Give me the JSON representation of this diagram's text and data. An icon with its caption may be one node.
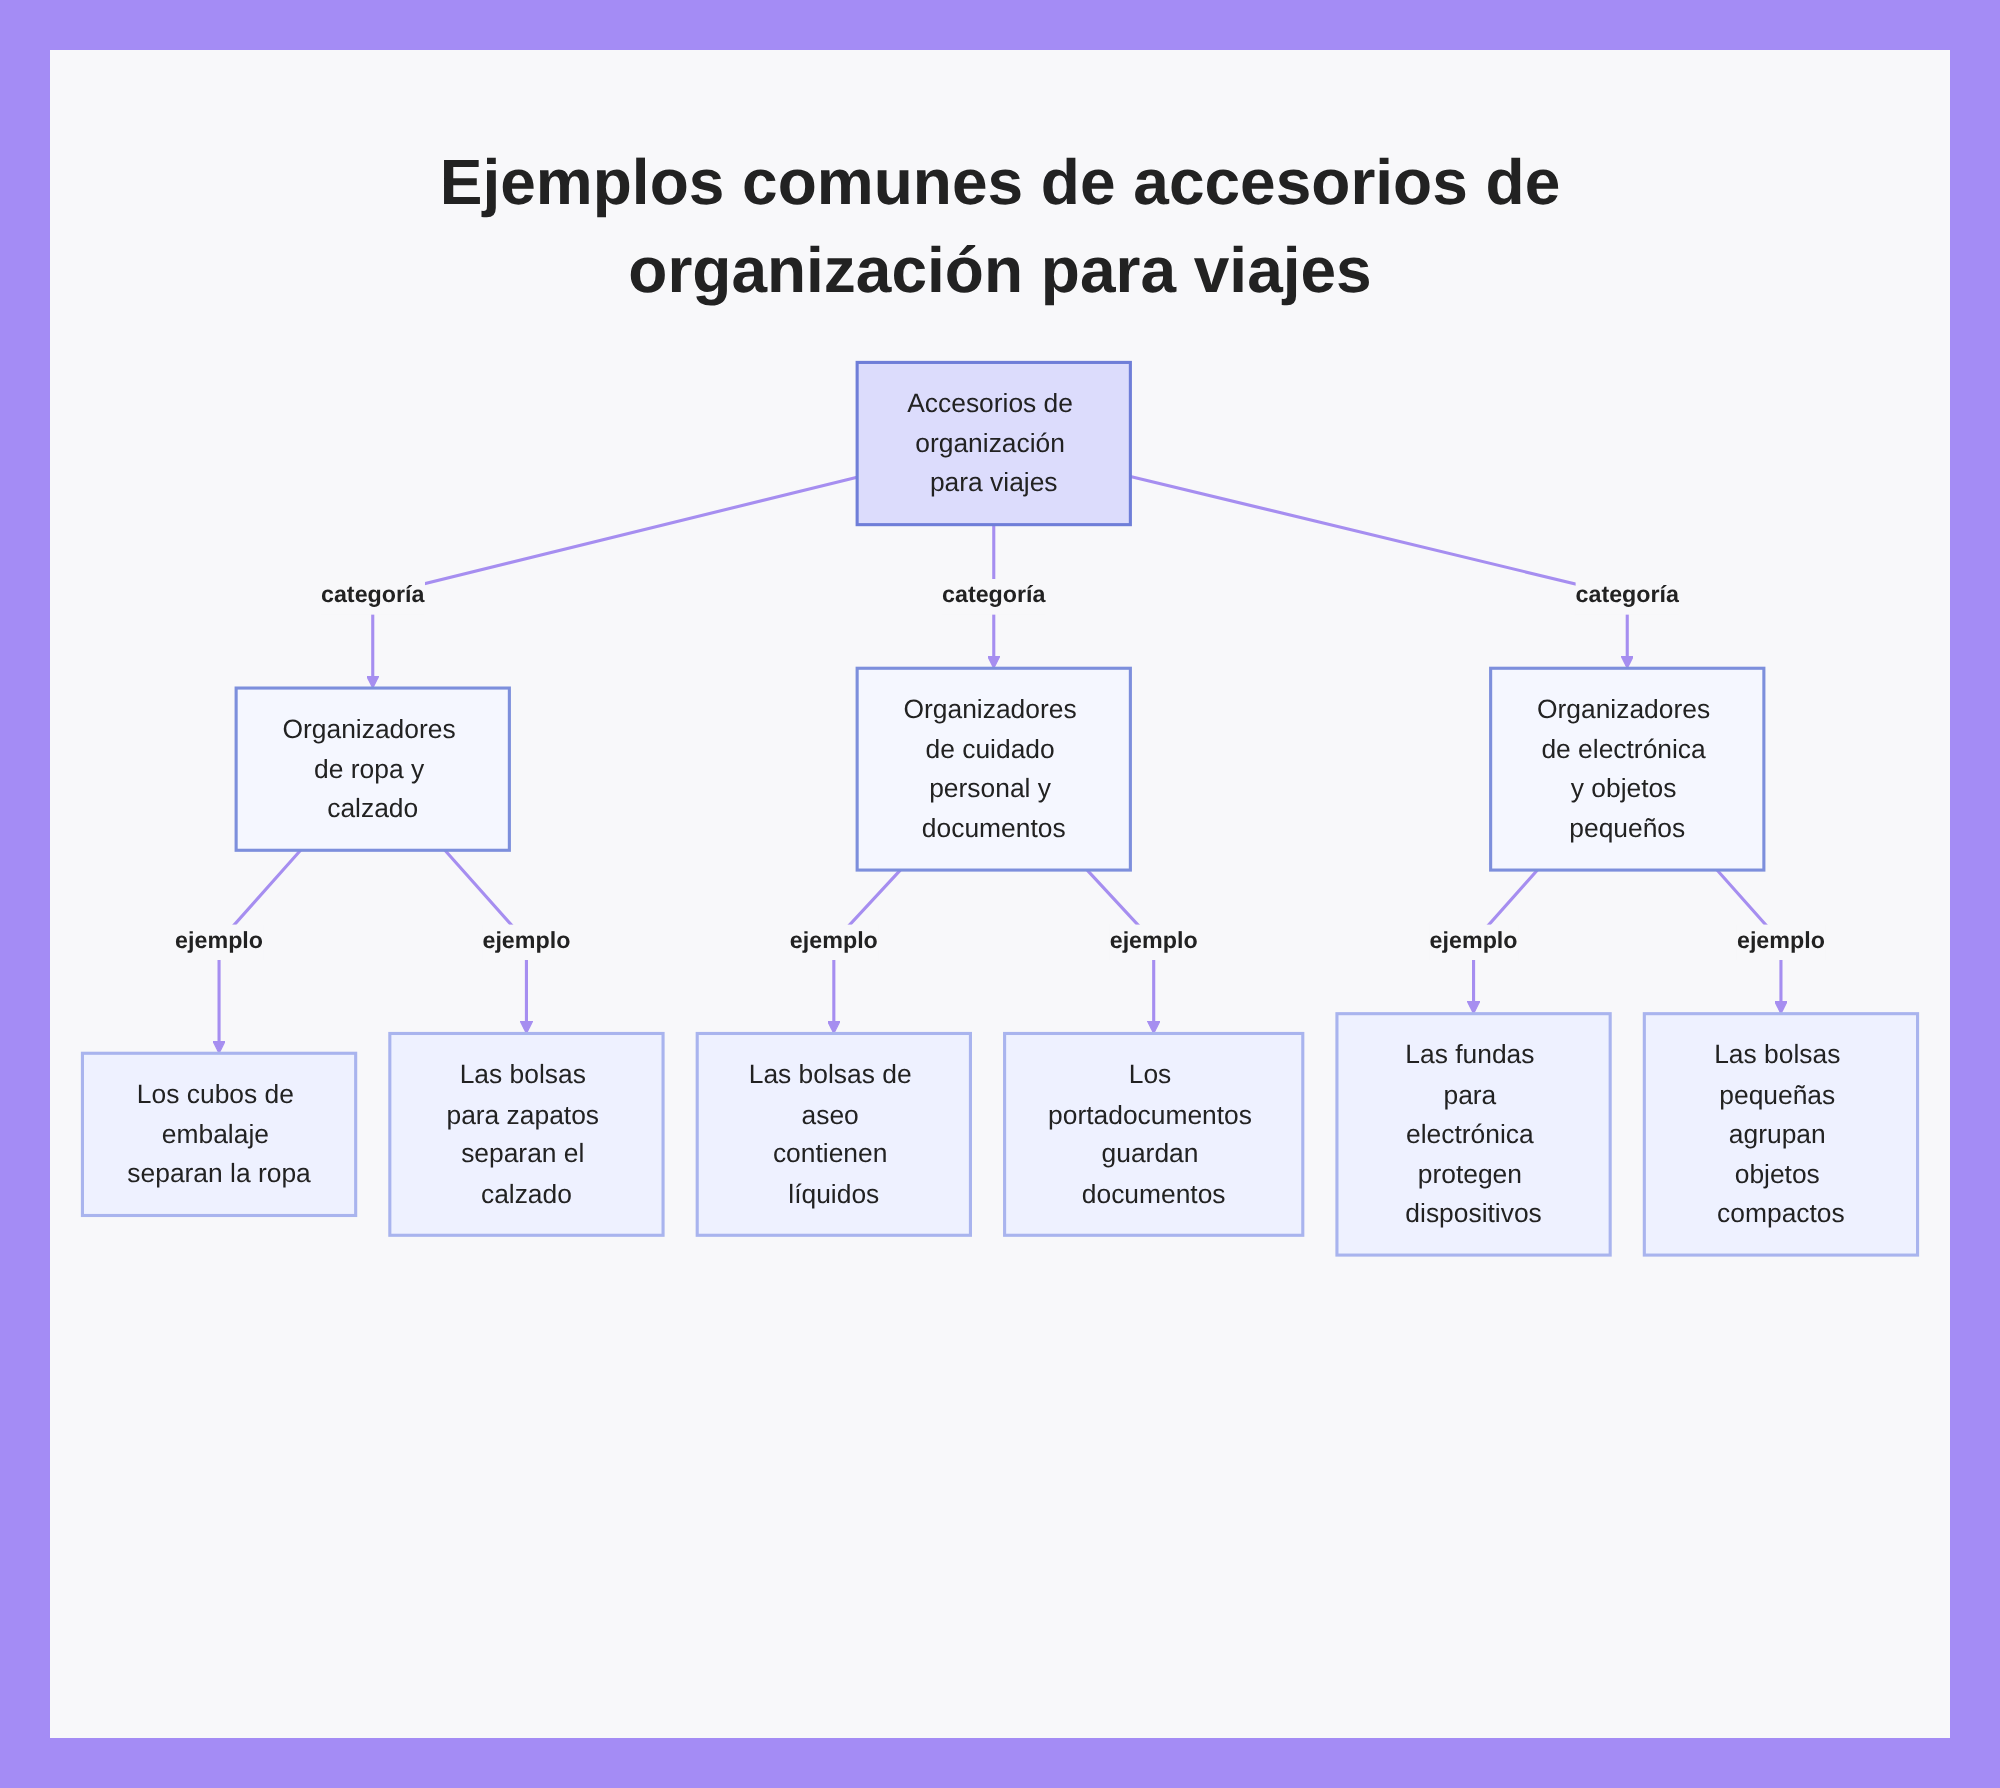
{
  "diagram": {
    "title": "Ejemplos comunes de accesorios de organización para viajes",
    "nodes": [
      {
        "text": [
          "Accesorios de organización para viajes"
        ]
      },
      {
        "text": [
          "Organizadores de ropa y calzado"
        ]
      },
      {
        "text": [
          "Organizadores de cuidado personal y documentos"
        ]
      },
      {
        "text": [
          "Organizadores de electrónica y objetos pequeños"
        ]
      },
      {
        "text": [
          "Los cubos de embalaje separan la ropa"
        ]
      },
      {
        "text": [
          "Las bolsas para zapatos separan el calzado"
        ]
      },
      {
        "text": [
          "Las bolsas de aseo contienen líquidos"
        ]
      },
      {
        "text": [
          "Los portadocumentos guardan documentos"
        ]
      },
      {
        "text": [
          "Las fundas para electrónica protegen dispositivos"
        ]
      },
      {
        "text": [
          "Las bolsas pequeñas agrupan objetos compactos"
        ]
      }
    ],
    "edges": [
      {
        "from": 0,
        "to": 1,
        "arrow": "to",
        "label": "categoría"
      },
      {
        "from": 0,
        "to": 2,
        "arrow": "to",
        "label": "categoría"
      },
      {
        "from": 0,
        "to": 3,
        "arrow": "to",
        "label": "categoría"
      },
      {
        "from": 1,
        "to": 4,
        "arrow": "to",
        "label": "ejemplo"
      },
      {
        "from": 1,
        "to": 5,
        "arrow": "to",
        "label": "ejemplo"
      },
      {
        "from": 2,
        "to": 6,
        "arrow": "to",
        "label": "ejemplo"
      },
      {
        "from": 2,
        "to": 7,
        "arrow": "to",
        "label": "ejemplo"
      },
      {
        "from": 3,
        "to": 8,
        "arrow": "to",
        "label": "ejemplo"
      },
      {
        "from": 3,
        "to": 9,
        "arrow": "to",
        "label": "ejemplo"
      }
    ]
  }
}
